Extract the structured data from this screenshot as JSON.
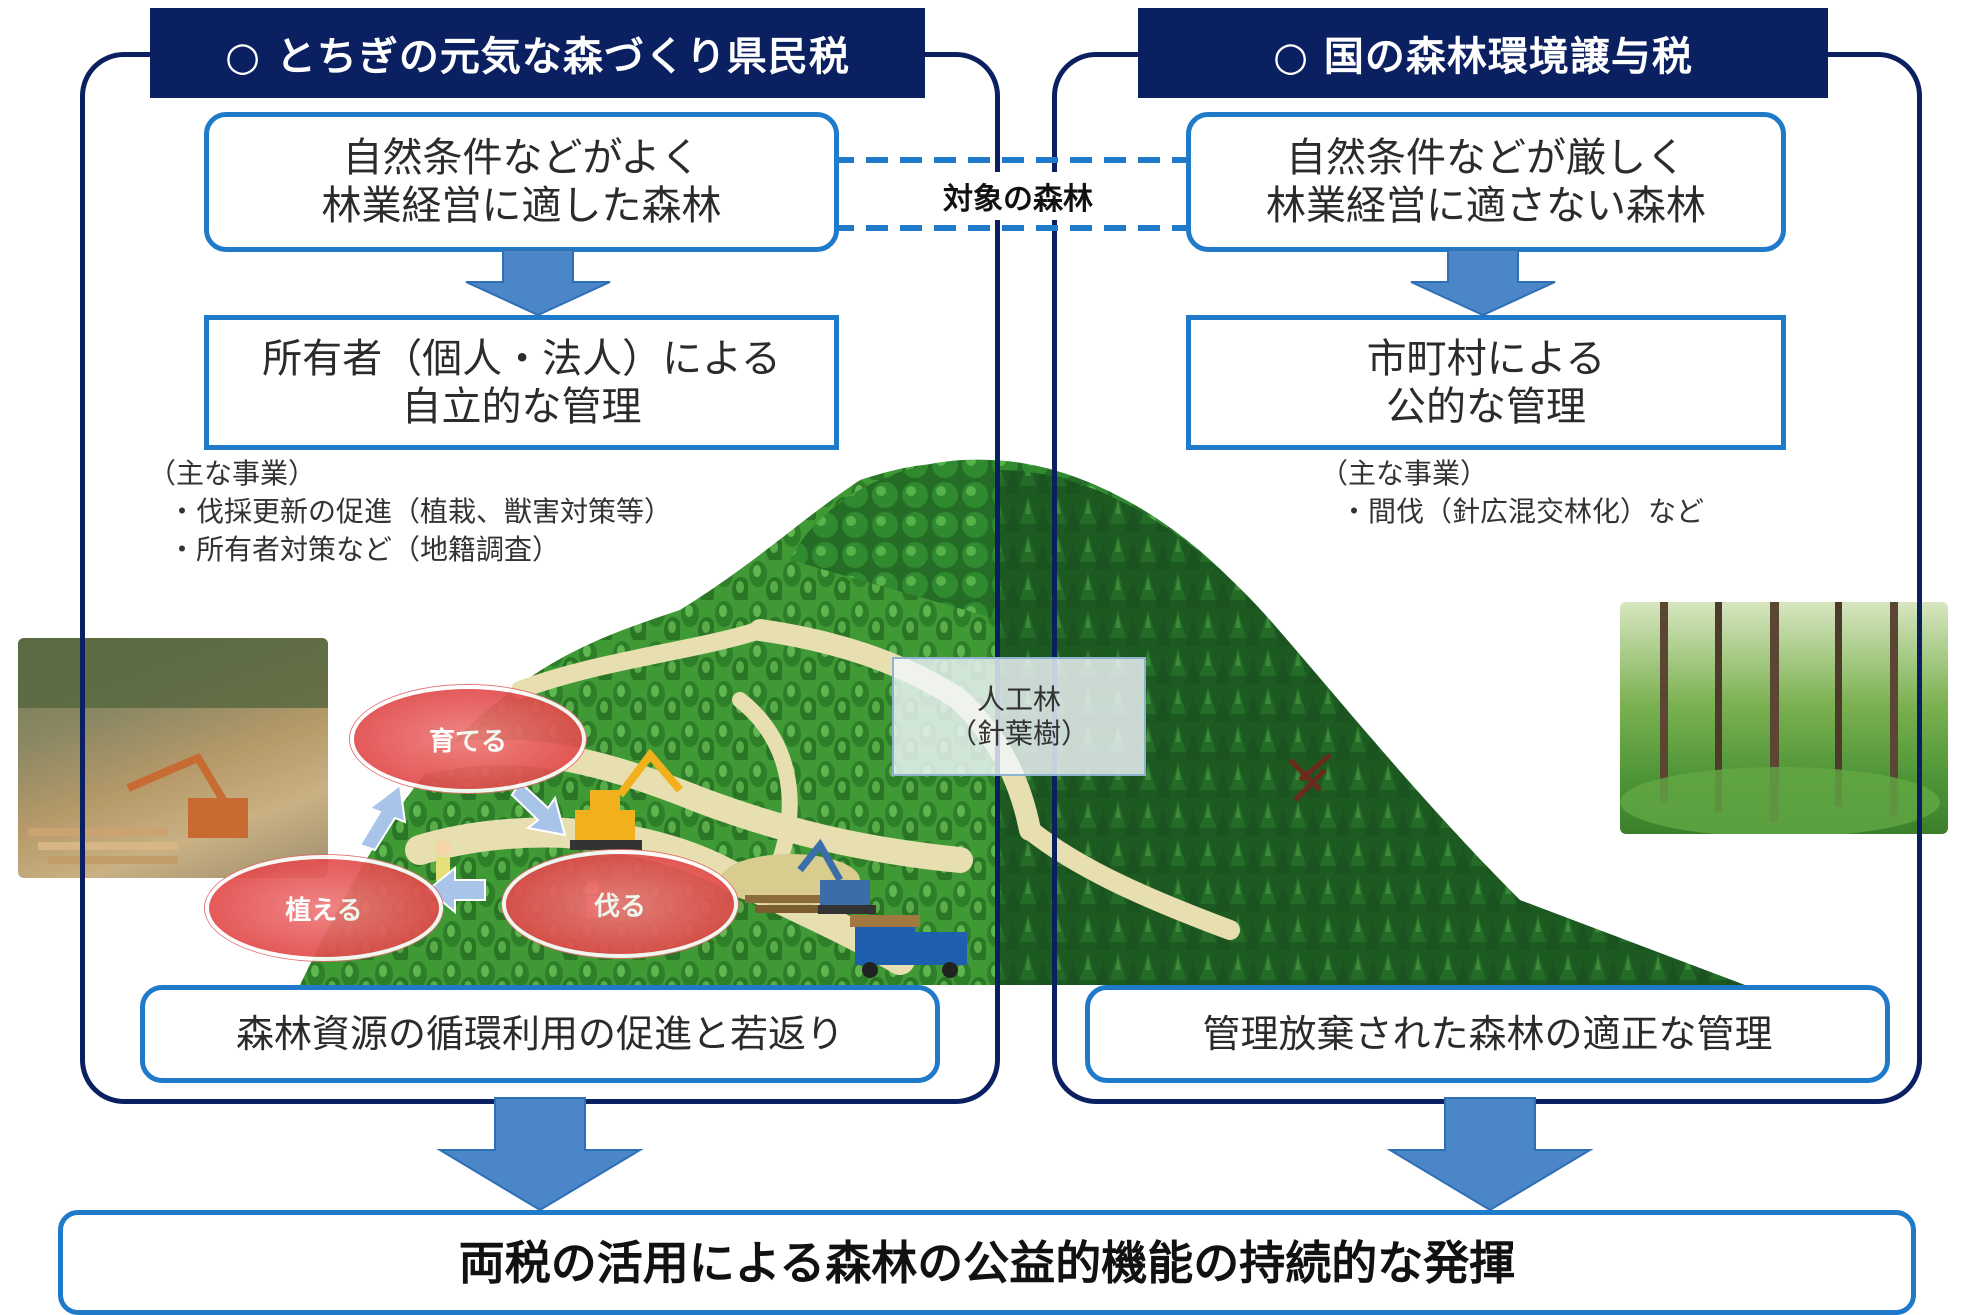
{
  "left_panel": {
    "header": "○ とちぎの元気な森づくり県民税",
    "forest_type": [
      "自然条件などがよく",
      "林業経営に適した森林"
    ],
    "management": [
      "所有者（個人・法人）による",
      "自立的な管理"
    ],
    "projects_title": "（主な事業）",
    "projects": [
      "・伐採更新の促進（植栽、獣害対策等）",
      "・所有者対策など（地籍調査）"
    ],
    "goal": "森林資源の循環利用の促進と若返り",
    "cycle": {
      "plant": "植える",
      "grow": "育てる",
      "cut": "伐る"
    }
  },
  "right_panel": {
    "header": "○ 国の森林環境譲与税",
    "forest_type": [
      "自然条件などが厳しく",
      "林業経営に適さない森林"
    ],
    "management": [
      "市町村による",
      "公的な管理"
    ],
    "projects_title": "（主な事業）",
    "projects": [
      "・間伐（針広混交林化）など"
    ],
    "goal": "管理放棄された森林の適正な管理"
  },
  "target_label": "対象の森林",
  "plantation_label": [
    "人工林",
    "（針葉樹）"
  ],
  "conclusion": "両税の活用による森林の公益的機能の持続的な発揮",
  "colors": {
    "navy": "#0b2060",
    "blue": "#1f7ac9",
    "arrow": "#4a86c8",
    "forest_dark": "#1f5a22",
    "forest_mid": "#2e8b2e",
    "path": "#e8dfb0",
    "cycle_red": "#e24d4d"
  }
}
